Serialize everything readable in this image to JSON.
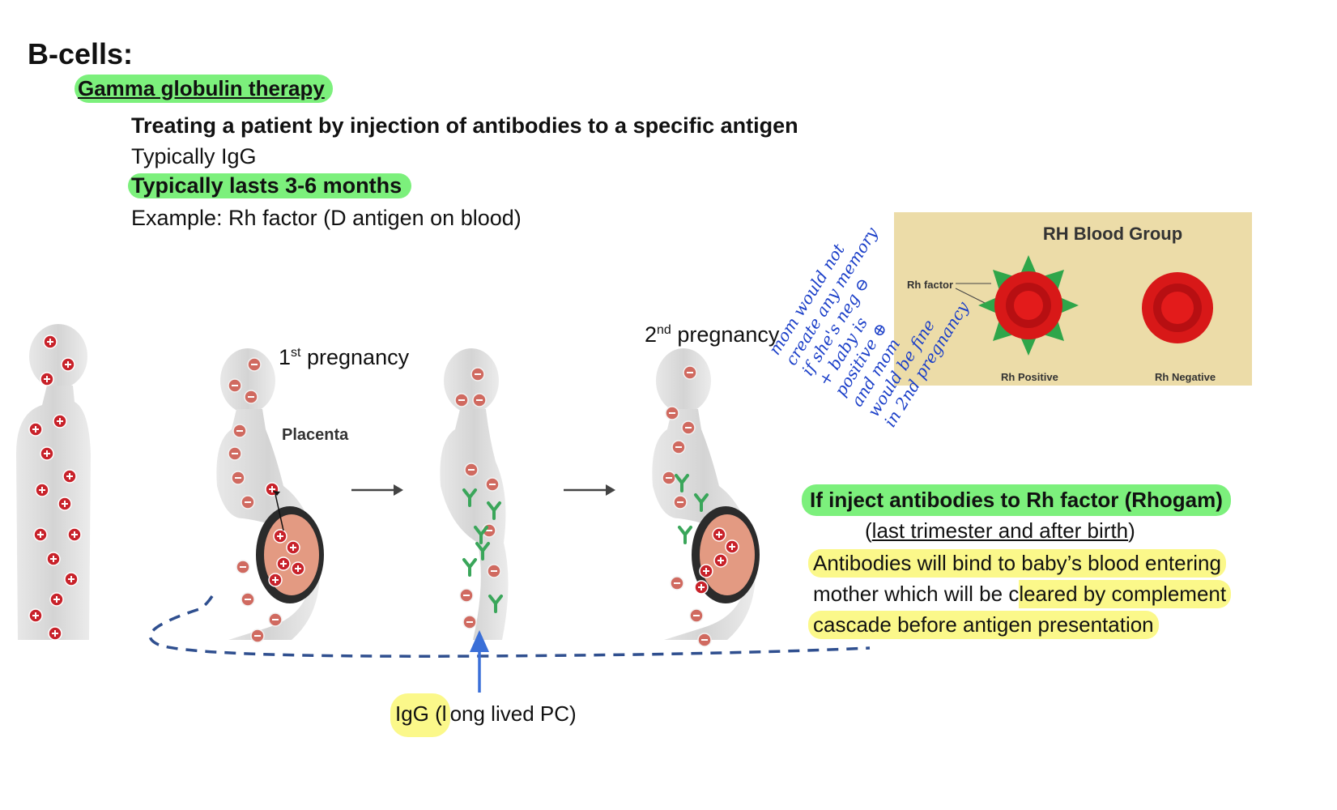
{
  "heading": "B-cells:",
  "gamma_label": "Gamma globulin therapy",
  "bullets": [
    "Treating a patient by injection of antibodies to a specific antigen",
    "Typically IgG",
    "Typically lasts 3-6 months",
    "Example: Rh factor (D antigen on blood)"
  ],
  "pregnancy1": {
    "num": "1",
    "sup": "st",
    "text": "pregnancy"
  },
  "pregnancy2": {
    "num": "2",
    "sup": "nd",
    "text": "pregnancy"
  },
  "placenta_label": "Placenta",
  "rh_figure": {
    "title": "RH Blood Group",
    "factor_label": "Rh factor",
    "positive_label": "Rh Positive",
    "negative_label": "Rh Negative"
  },
  "handwritten_note": [
    "mom would not",
    "create any memory",
    "if she's neg ⊖",
    "+ baby is",
    "positive ⊕",
    "and mom",
    "would be fine",
    "in 2nd pregnancy"
  ],
  "rhogam_title": "If inject antibodies to Rh factor (Rhogam)",
  "timing": {
    "open": "(",
    "text": "last trimester and after birth",
    "close": ")"
  },
  "rhogam_body": [
    "Antibodies will bind to baby’s blood entering",
    "mother which will be cleared by complement",
    "cascade before antigen presentation"
  ],
  "igg_label": {
    "highlighted": "IgG (l",
    "rest": "ong lived PC)"
  },
  "colors": {
    "green_highlight": "#7cf07c",
    "yellow_highlight": "#fbf88a",
    "handwriting": "#1a3ec8",
    "dashed_line": "#2f4f8f",
    "arrow": "#3a6fd8",
    "antigen_red": "#c8222a",
    "antibody_green": "#3aa65a"
  }
}
